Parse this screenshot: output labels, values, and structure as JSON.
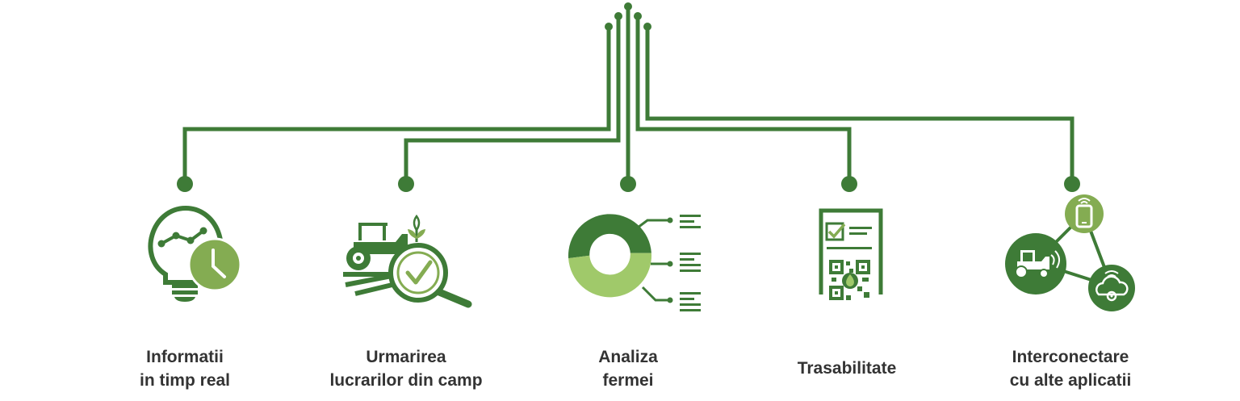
{
  "colors": {
    "dark": "#3e7b37",
    "light": "#a0c96a",
    "mid": "#84ac52",
    "text": "#333333"
  },
  "features": [
    {
      "id": "realtime",
      "icon": "lightbulb-clock-icon",
      "lines": [
        "Informatii",
        "in timp real"
      ]
    },
    {
      "id": "field",
      "icon": "tractor-magnifier-icon",
      "lines": [
        "Urmarirea",
        "lucrarilor din camp"
      ]
    },
    {
      "id": "analysis",
      "icon": "donut-chart-icon",
      "lines": [
        "Analiza",
        "fermei"
      ]
    },
    {
      "id": "trace",
      "icon": "document-qr-icon",
      "lines": [
        "Trasabilitate"
      ]
    },
    {
      "id": "connect",
      "icon": "network-devices-icon",
      "lines": [
        "Interconectare",
        "cu alte aplicatii"
      ]
    }
  ]
}
